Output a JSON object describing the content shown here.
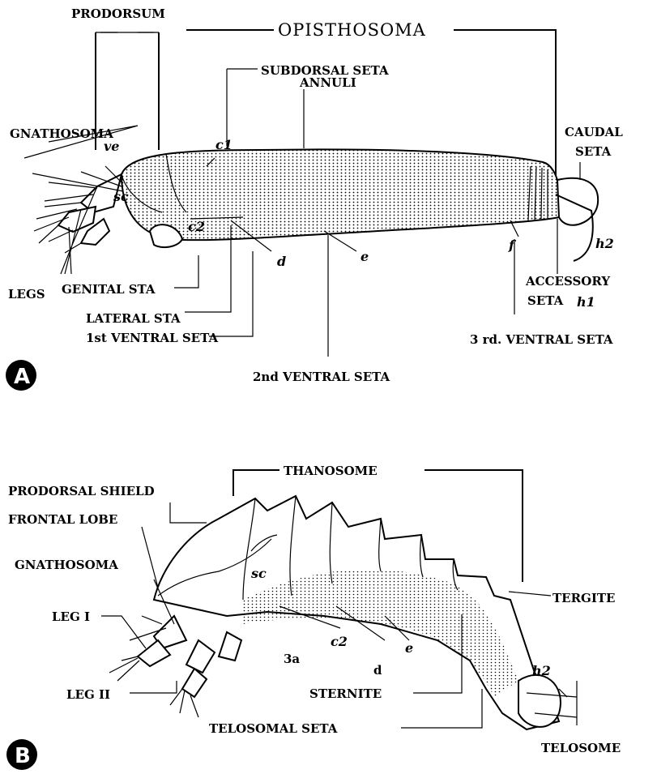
{
  "panelA": {
    "letter": "A",
    "labels": {
      "prodorsum": "PRODORSUM",
      "opisthosoma": "OPISTHOSOMA",
      "subdorsal_seta": "SUBDORSAL SETA",
      "annuli": "ANNULI",
      "gnathosoma": "GNATHOSOMA",
      "ve": "ve",
      "c1": "c1",
      "sc": "sc",
      "c2": "c2",
      "d": "d",
      "e": "e",
      "f": "f",
      "h2": "h2",
      "h1": "h1",
      "caudal_seta_1": "CAUDAL",
      "caudal_seta_2": "SETA",
      "accessory_seta_1": "ACCESSORY",
      "accessory_seta_2": "SETA",
      "legs": "LEGS",
      "genital_sta": "GENITAL STA",
      "lateral_sta": "LATERAL STA",
      "first_ventral_seta": "1st VENTRAL SETA",
      "second_ventral_seta": "2nd VENTRAL SETA",
      "third_ventral_seta": "3 rd. VENTRAL SETA"
    }
  },
  "panelB": {
    "letter": "B",
    "labels": {
      "thanosome": "THANOSOME",
      "prodorsal_shield": "PRODORSAL SHIELD",
      "frontal_lobe": "FRONTAL LOBE",
      "gnathosoma": "GNATHOSOMA",
      "leg_i": "LEG I",
      "leg_ii": "LEG II",
      "sc": "sc",
      "c2": "c2",
      "e": "e",
      "three_a": "3a",
      "d": "d",
      "h2": "h2",
      "tergite": "TERGITE",
      "sternite": "STERNITE",
      "telosomal_seta": "TELOSOMAL SETA",
      "telosome": "TELOSOME"
    }
  }
}
